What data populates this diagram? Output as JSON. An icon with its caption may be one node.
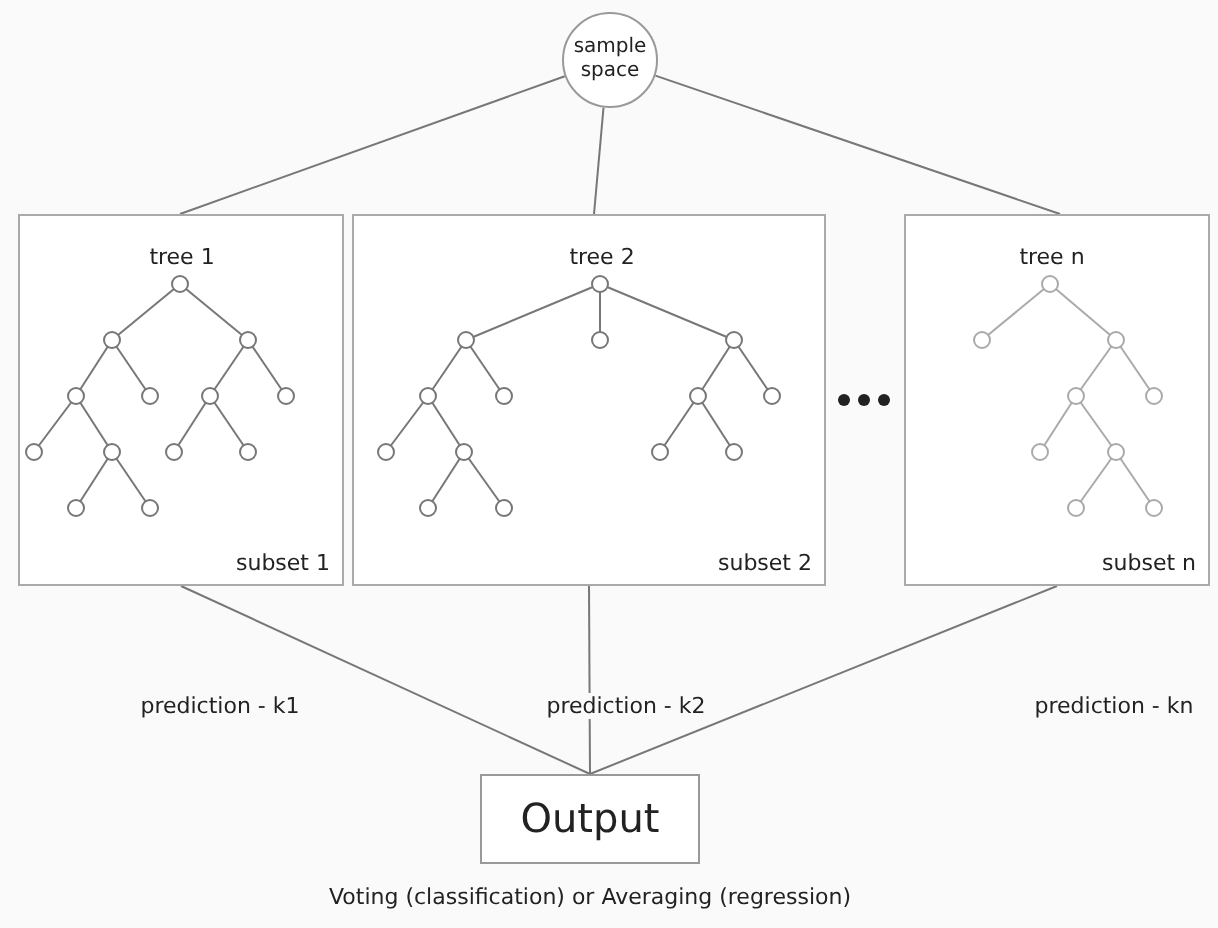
{
  "diagram": {
    "nodes": [
      {
        "text": [
          "sample space"
        ]
      },
      {
        "text": [
          "tree 1",
          "subset 1"
        ]
      },
      {
        "text": [
          "tree 2",
          "subset 2"
        ]
      },
      {
        "text": [
          "tree n",
          "subset n"
        ]
      },
      {
        "text": [
          "Output"
        ],
        "beside": [
          "Voting (classification) or Averaging (regression)"
        ]
      }
    ],
    "edges": [
      {
        "from": 0,
        "to": 1,
        "arrow": "none"
      },
      {
        "from": 0,
        "to": 2,
        "arrow": "none"
      },
      {
        "from": 0,
        "to": 3,
        "arrow": "none"
      },
      {
        "from": 1,
        "to": 4,
        "arrow": "none",
        "label": "prediction - k1"
      },
      {
        "from": 2,
        "to": 4,
        "arrow": "none",
        "label": "prediction - k2"
      },
      {
        "from": 3,
        "to": 4,
        "arrow": "none",
        "label": "prediction - kn"
      }
    ]
  }
}
